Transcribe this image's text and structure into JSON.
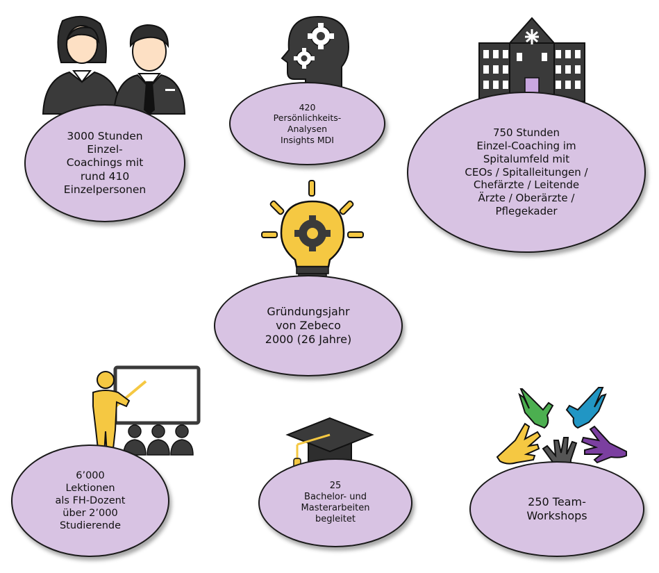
{
  "items": [
    {
      "id": "einzelcoaching",
      "icon": "business-people-icon",
      "lines": [
        "3000 Stunden",
        "Einzel-",
        "Coachings mit",
        "rund 410",
        "Einzelpersonen"
      ]
    },
    {
      "id": "analysen",
      "icon": "head-gears-icon",
      "lines": [
        "420",
        "Persönlichkeits-",
        "Analysen",
        "Insights MDI"
      ]
    },
    {
      "id": "spital",
      "icon": "hospital-icon",
      "lines": [
        "750 Stunden",
        "Einzel-Coaching im",
        "Spitalumfeld mit",
        "CEOs / Spitalleitungen /",
        "Chefärzte / Leitende",
        "Ärzte / Oberärzte /",
        "Pflegekader"
      ]
    },
    {
      "id": "gruendung",
      "icon": "lightbulb-gear-icon",
      "lines": [
        "Gründungsjahr",
        "von Zebeco",
        "2000 (26 Jahre)"
      ]
    },
    {
      "id": "lektionen",
      "icon": "teacher-presentation-icon",
      "lines": [
        "6’000",
        "Lektionen",
        "als FH-Dozent",
        "über 2’000",
        "Studierende"
      ]
    },
    {
      "id": "arbeiten",
      "icon": "graduation-cap-icon",
      "lines": [
        "25",
        "Bachelor- und",
        "Masterarbeiten",
        "begleitet"
      ]
    },
    {
      "id": "workshops",
      "icon": "team-hands-icon",
      "lines": [
        "250 Team-",
        "Workshops"
      ]
    }
  ],
  "colors": {
    "bubble_fill": "#d8c3e3",
    "outline": "#1a1a1a",
    "bulb": "#f5c842",
    "icon_dark": "#3a3a3a"
  }
}
